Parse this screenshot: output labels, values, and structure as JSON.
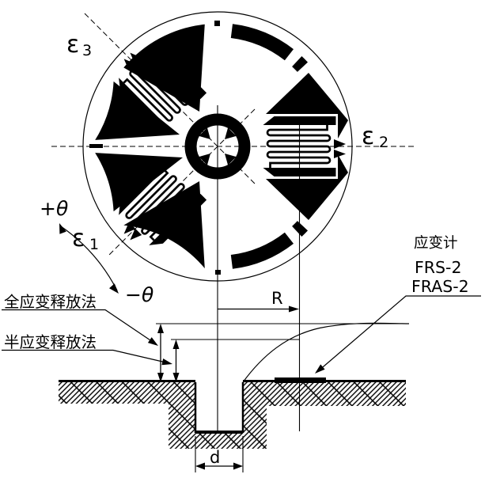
{
  "rosette": {
    "axes": [
      {
        "symbol": "ε",
        "sub": "3"
      },
      {
        "symbol": "ε",
        "sub": "2"
      },
      {
        "symbol": "ε",
        "sub": "1"
      }
    ],
    "angle_plus": "+θ",
    "angle_minus": "−θ"
  },
  "methods": {
    "full_release": "全应变释放法",
    "half_release": "半应变释放法"
  },
  "gauge_callout": {
    "title": "应变计",
    "models": [
      "FRS-2",
      "FRAS-2"
    ]
  },
  "dimensions": {
    "radius": "R",
    "hole_diameter": "d"
  },
  "colors": {
    "ink": "#000000",
    "background": "#ffffff"
  }
}
